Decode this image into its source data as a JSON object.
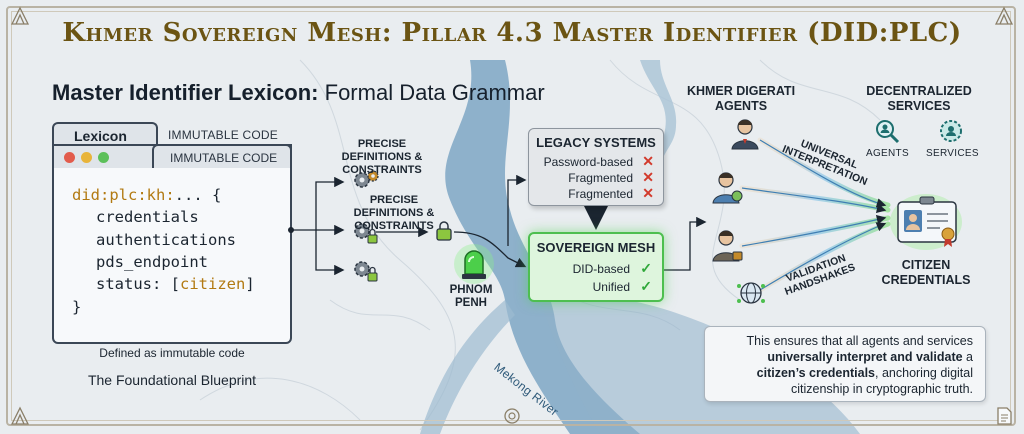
{
  "title": "Khmer Sovereign Mesh: Pillar 4.3 Master Identifier (DID:PLC)",
  "subtitle": {
    "bold": "Master Identifier Lexicon:",
    "rest": " Formal Data Grammar"
  },
  "lexicon_card": {
    "tab_label": "Lexicon",
    "tab_note": "IMMUTABLE CODE",
    "back_tab_label": "IMMUTABLE CODE",
    "code": {
      "line1_prefix": "did:plc:kh:",
      "line1_suffix": "... {",
      "fields": [
        "credentials",
        "authentications",
        "pds_endpoint"
      ],
      "status_key": "status: [",
      "status_value": "citizen",
      "status_end": "]",
      "close": "}"
    },
    "caption": "Defined as immutable code",
    "footer": "The Foundational Blueprint"
  },
  "definitions": {
    "top": "PRECISE DEFINITIONS & CONSTRAINTS",
    "mid": "PRECISE DEFINITIONS & CONSTRAINTS"
  },
  "legacy": {
    "heading": "LEGACY SYSTEMS",
    "rows": [
      "Password-based",
      "Fragmented",
      "Fragmented"
    ],
    "status_mark": "✕"
  },
  "mesh": {
    "heading": "SOVEREIGN MESH",
    "rows": [
      "DID-based",
      "Unified"
    ],
    "status_mark": "✓"
  },
  "city": "PHNOM PENH",
  "agents": {
    "heading": "KHMER DIGERATI AGENTS"
  },
  "services": {
    "heading": "DECENTRALIZED SERVICES",
    "labels": [
      "AGENTS",
      "SERVICES"
    ]
  },
  "flows": {
    "top": "UNIVERSAL INTERPRETATION",
    "bottom": "VALIDATION HANDSHAKES"
  },
  "credentials": "CITIZEN CREDENTIALS",
  "river": "Mekong River",
  "note": {
    "line1": "This ensures that all agents and services",
    "bold1": "universally interpret and validate",
    "mid": " a",
    "bold2": "citizen’s credentials",
    "rest": ", anchoring digital citizenship in cryptographic truth."
  },
  "colors": {
    "title_gold": "#6b5413",
    "ink": "#1b2530",
    "mesh_green": "#4dbf4f",
    "error_red": "#d23a2c",
    "river_blue": "#7ea6c4",
    "code_accent": "#b27a12"
  },
  "icons": [
    "gear-cluster-icon",
    "gear-lock-icon",
    "padlock-icon",
    "beacon-icon",
    "agent-person-icon",
    "magnifier-person-icon",
    "gear-person-icon",
    "globe-network-icon",
    "id-card-icon",
    "ornament-icon"
  ]
}
